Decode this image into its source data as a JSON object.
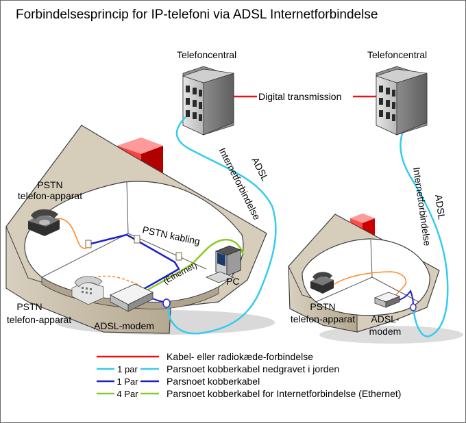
{
  "title": "Forbindelsesprincip for IP-telefoni via ADSL Internetforbindelse",
  "exchange_left": "Telefoncentral",
  "exchange_right": "Telefoncentral",
  "digital_link": "Digital transmission",
  "adsl_left": "ADSL",
  "inet_left": "Internetforbindelse",
  "adsl_right": "ADSL",
  "inet_right": "Internetforbindelse",
  "pstn_phone_top_1": "PSTN",
  "pstn_phone_top_2": "telefon-apparat",
  "pstn_phone_bottom_1": "PSTN",
  "pstn_phone_bottom_2": "telefon-apparat",
  "pstn_cabling": "PSTN kabling",
  "ethernet": "(Ethernet)",
  "pc": "PC",
  "adsl_modem": "ADSL-modem",
  "small_phone_1": "PSTN",
  "small_phone_2": "telefon-apparat",
  "small_modem_1": "ADSL-",
  "small_modem_2": "modem",
  "colors": {
    "red": "#ee1111",
    "cyan": "#33ccee",
    "blue": "#1f1fcc",
    "green": "#88cc22",
    "orange": "#ff8822"
  },
  "legend": [
    {
      "tag": "",
      "text": "Kabel- eller radiokæde-forbindelse",
      "color": "#ee1111"
    },
    {
      "tag": "1 par",
      "text": "Parsnoet kobberkabel nedgravet i jorden",
      "color": "#33ccee"
    },
    {
      "tag": "1 Par",
      "text": "Parsnoet kobberkabel",
      "color": "#1f1fcc"
    },
    {
      "tag": "4 Par",
      "text": "Parsnoet kobberkabel for Internetforbindelse (Ethernet)",
      "color": "#88cc22"
    }
  ]
}
